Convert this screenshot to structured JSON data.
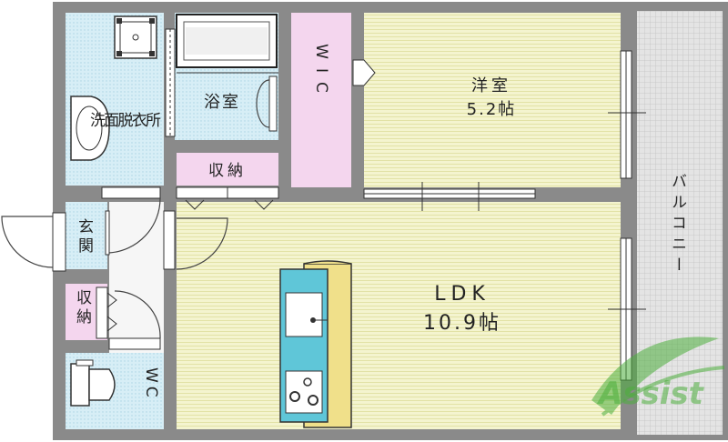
{
  "rooms": {
    "bedroom": {
      "name": "洋室",
      "size": "5.2帖"
    },
    "ldk": {
      "name": "LDK",
      "size": "10.9帖"
    },
    "bath": {
      "name": "浴室"
    },
    "wic": {
      "name": "WIC"
    },
    "washroom": {
      "name": "洗面脱衣所"
    },
    "storage_top": {
      "name": "収納"
    },
    "entrance": {
      "name": "玄関"
    },
    "storage_left": {
      "name": "収納"
    },
    "wc": {
      "name": "WC"
    },
    "balcony": {
      "name": "バルコニー"
    }
  },
  "watermark": {
    "text": "Assist"
  },
  "colors": {
    "bedroom_fill": "#f4f4cf",
    "ldk_fill": "#f4f4cf",
    "wet_fill": "#cfeaf4",
    "storage_fill": "#f4d6ee",
    "balcony_fill": "#e2e2e2",
    "kitchen_fill": "#5fc6d8",
    "counter_fill": "#f0e08a",
    "watermark": "#4caf3c"
  }
}
